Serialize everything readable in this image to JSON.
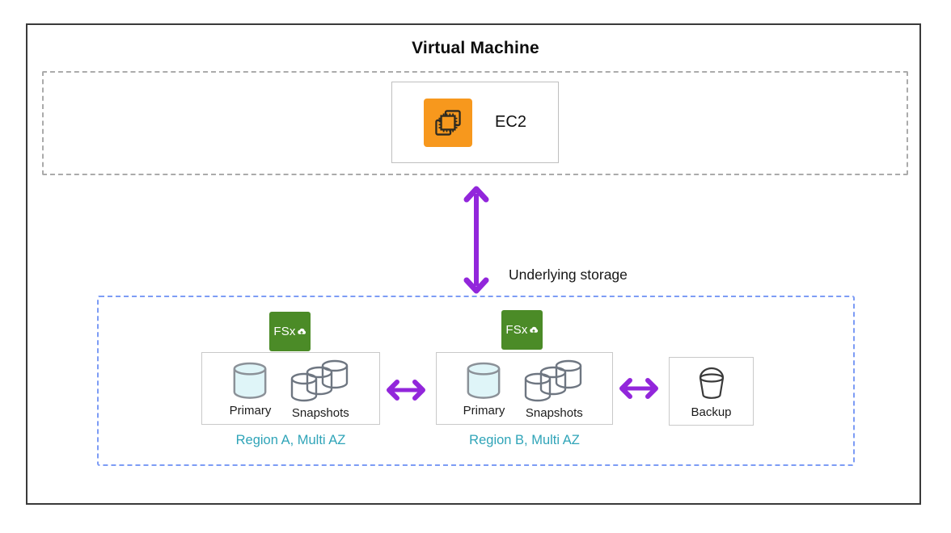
{
  "colors": {
    "arrow_purple": "#9226DB",
    "ec2_orange": "#F7981D",
    "fsx_green": "#4B8B27",
    "region_caption_teal": "#2FA4B8",
    "primary_cylinder_fill": "#DFF5F8"
  },
  "vm": {
    "title": "Virtual Machine",
    "ec2_label": "EC2"
  },
  "link_label": "Underlying storage",
  "storage": {
    "regions": [
      {
        "fsx": "FSx",
        "primary": "Primary",
        "snapshots": "Snapshots",
        "caption": "Region A, Multi AZ"
      },
      {
        "fsx": "FSx",
        "primary": "Primary",
        "snapshots": "Snapshots",
        "caption": "Region B, Multi AZ"
      }
    ],
    "backup": "Backup"
  }
}
